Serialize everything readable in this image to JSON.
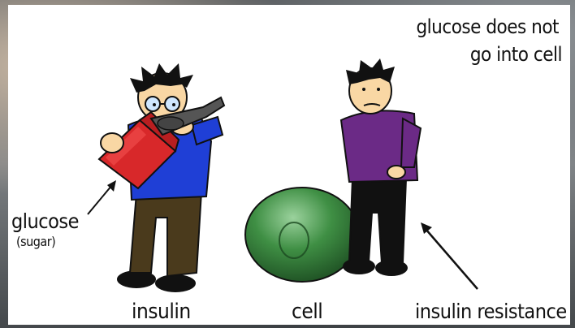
{
  "labels": {
    "top_line1": "glucose does not",
    "top_line2": "go into cell",
    "glucose": "glucose",
    "sugar": "(sugar)",
    "insulin": "insulin",
    "cell": "cell",
    "insulin_resistance": "insulin resistance"
  },
  "colors": {
    "insulin_shirt": "#1f3fd6",
    "glucose_can": "#d8282a",
    "insulin_pants": "#4a3a1c",
    "resistance_shirt": "#6b2a86",
    "resistance_pants": "#111111",
    "cell_green": "#2f7a35"
  },
  "icons": [
    "insulin-man-icon",
    "glucose-can-icon",
    "cell-sphere-icon",
    "resistance-man-icon"
  ]
}
